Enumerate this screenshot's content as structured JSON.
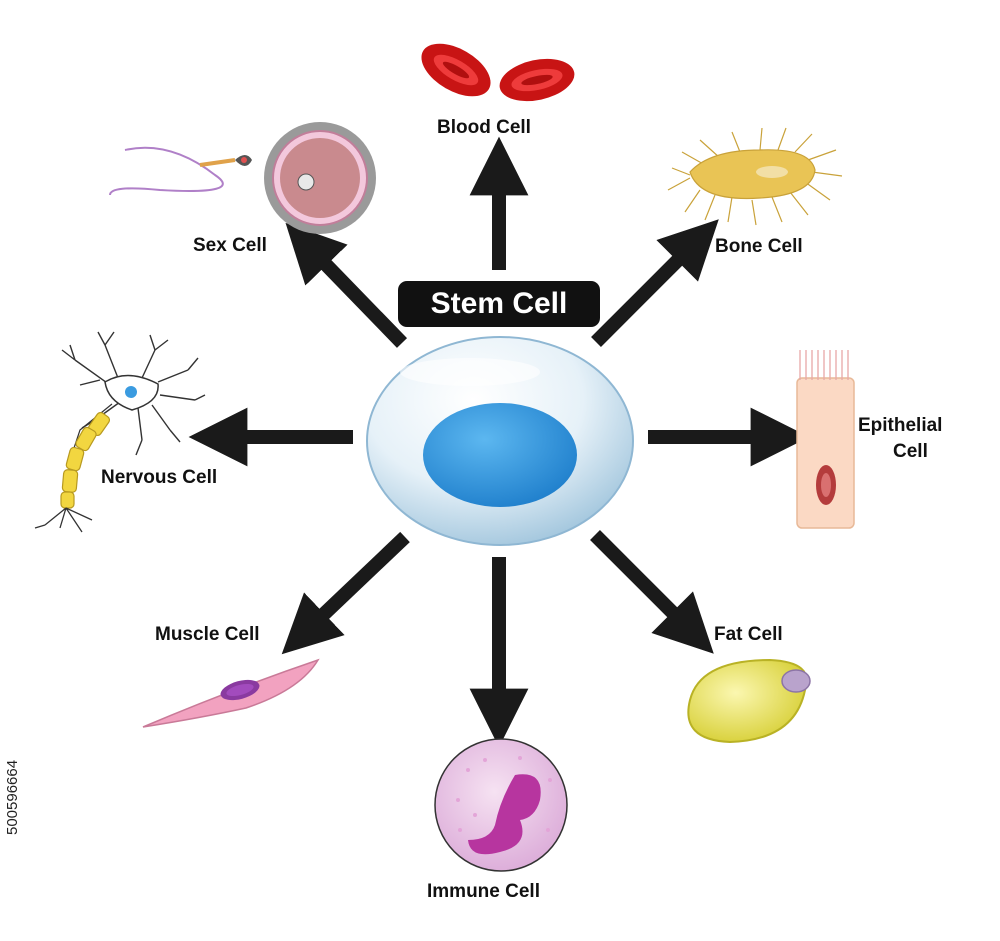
{
  "diagram": {
    "center": {
      "label": "Stem Cell"
    },
    "cells": {
      "blood": "Blood Cell",
      "bone": "Bone Cell",
      "epithelial_line1": "Epithelial",
      "epithelial_line2": "Cell",
      "fat": "Fat Cell",
      "immune": "Immune Cell",
      "muscle": "Muscle Cell",
      "nervous": "Nervous Cell",
      "sex": "Sex Cell"
    },
    "side_text": "500596664",
    "colors": {
      "arrow": "#1a1a1a",
      "stem_nucleus": "#3a9be0",
      "blood": "#d01818",
      "bone": "#e8c458",
      "epithelial": "#fbd9c4",
      "fat": "#e6e050",
      "immune": "#e6bde4",
      "muscle": "#f2a2c0",
      "nervous_axon": "#f2d640",
      "sex_egg": "#d89ca0",
      "sperm_tail": "#b080c8"
    }
  }
}
